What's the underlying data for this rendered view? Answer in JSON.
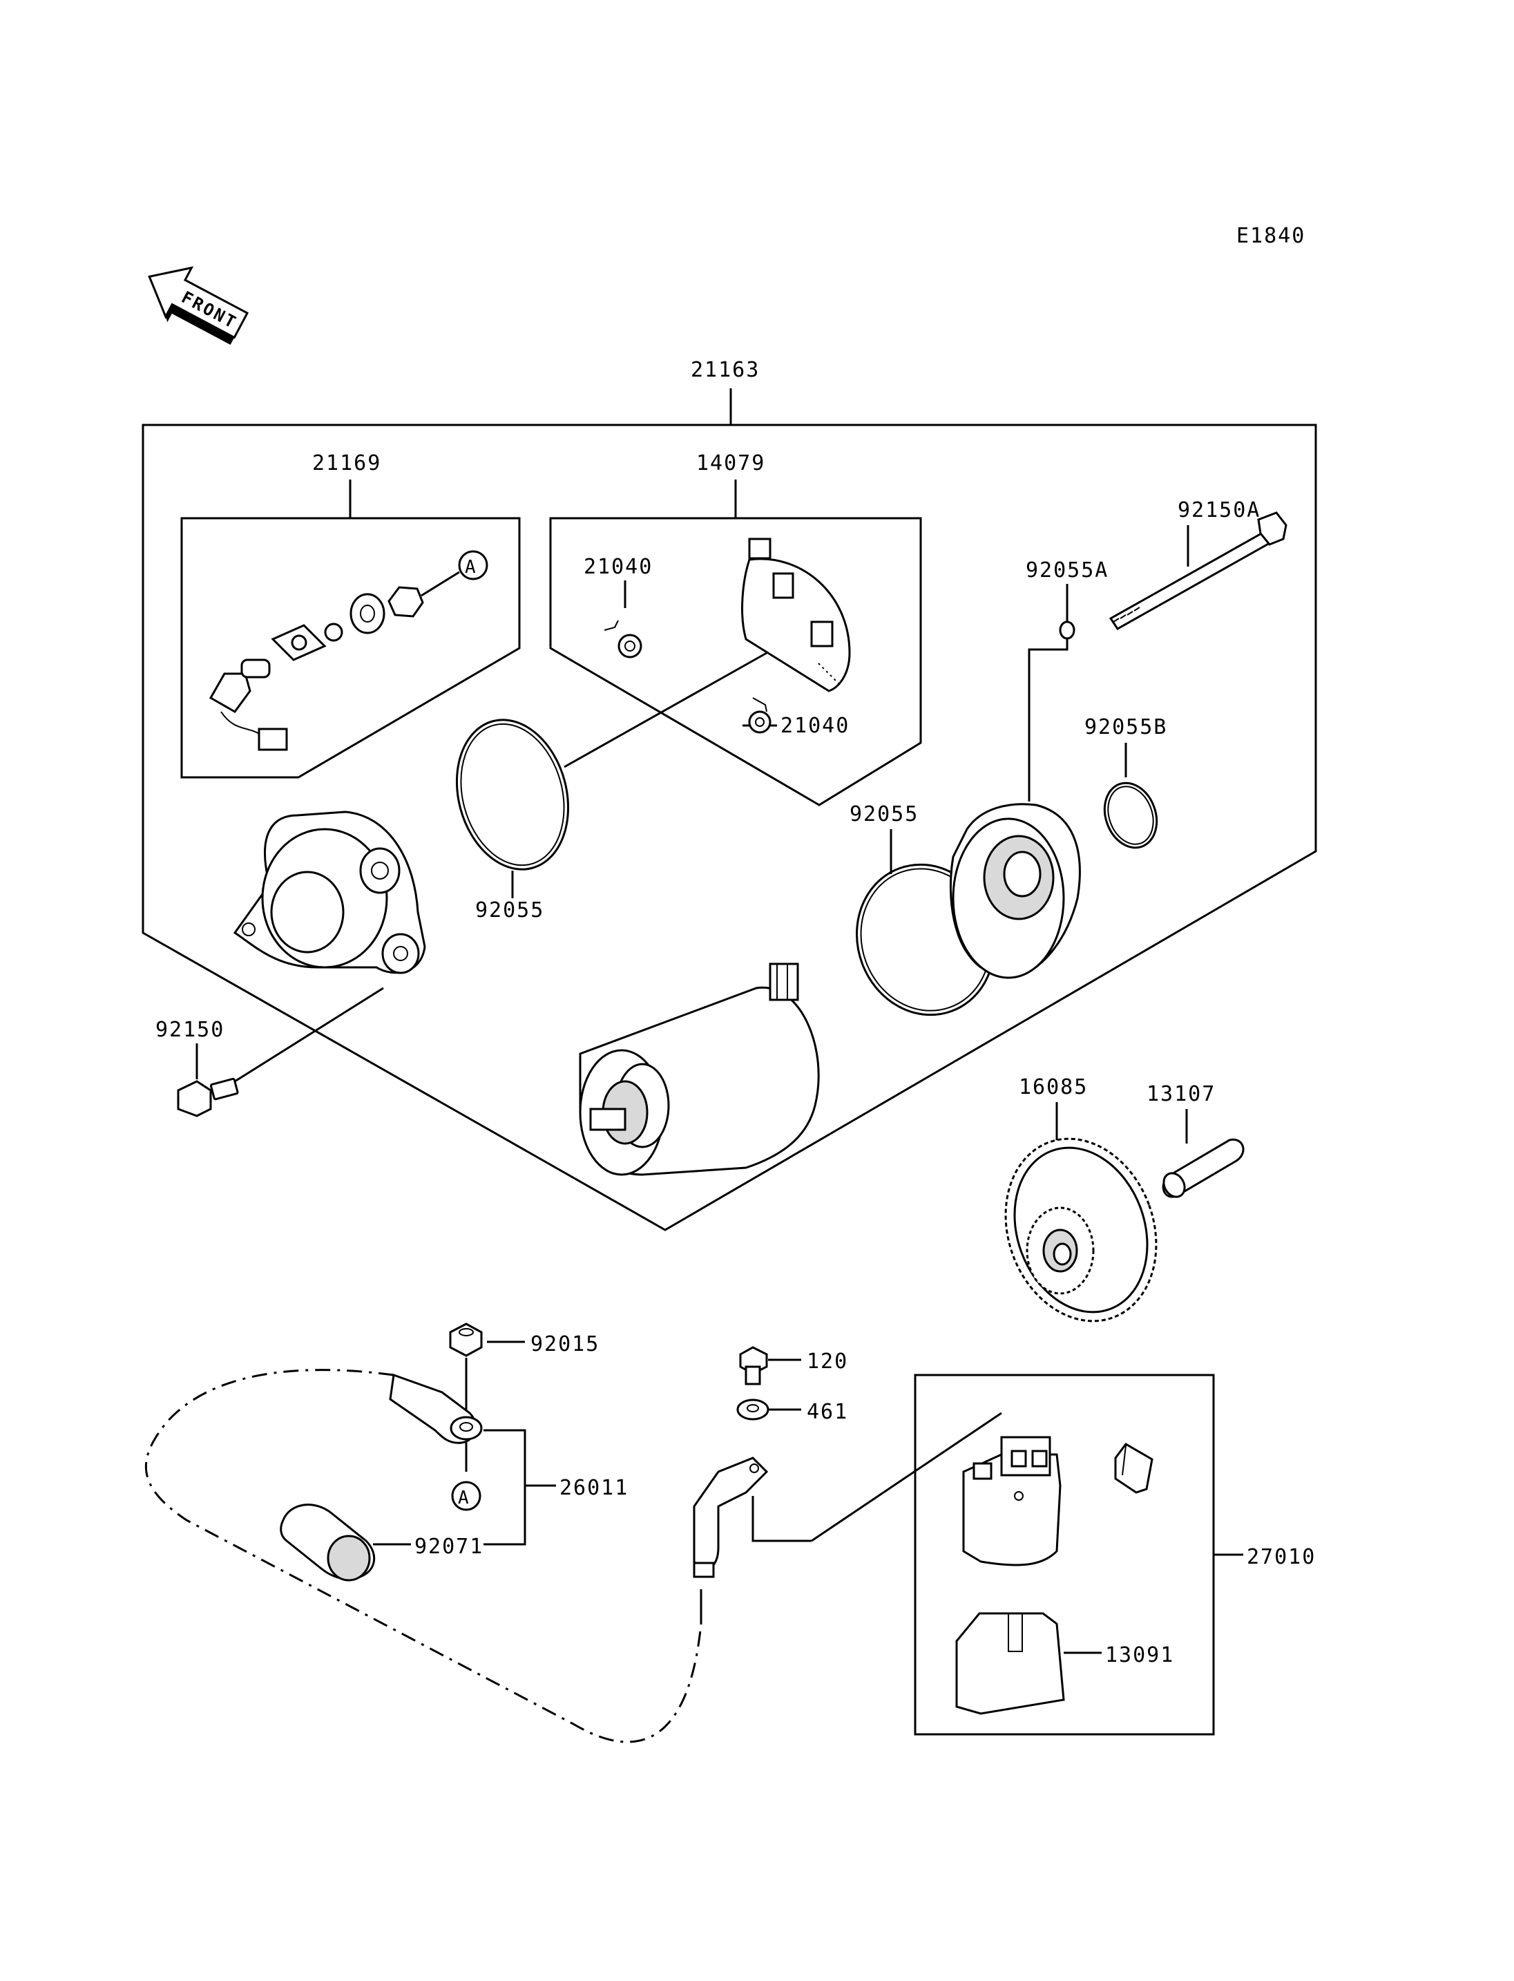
{
  "diagram_code": "E1840",
  "front_arrow": {
    "text": "FRONT",
    "icon": "front-direction-arrow-icon"
  },
  "parts": {
    "p21163": "21163",
    "p21169": "21169",
    "p14079": "14079",
    "p21040_a": "21040",
    "p21040_b": "21040",
    "p92150A": "92150A",
    "p92055A": "92055A",
    "p92055B": "92055B",
    "p92055_a": "92055",
    "p92055_b": "92055",
    "p92150": "92150",
    "p16085": "16085",
    "p13107": "13107",
    "p92015": "92015",
    "p26011": "26011",
    "p92071": "92071",
    "p120": "120",
    "p461": "461",
    "p27010": "27010",
    "p13091": "13091"
  },
  "callouts": {
    "a1": "A",
    "a2": "A"
  }
}
